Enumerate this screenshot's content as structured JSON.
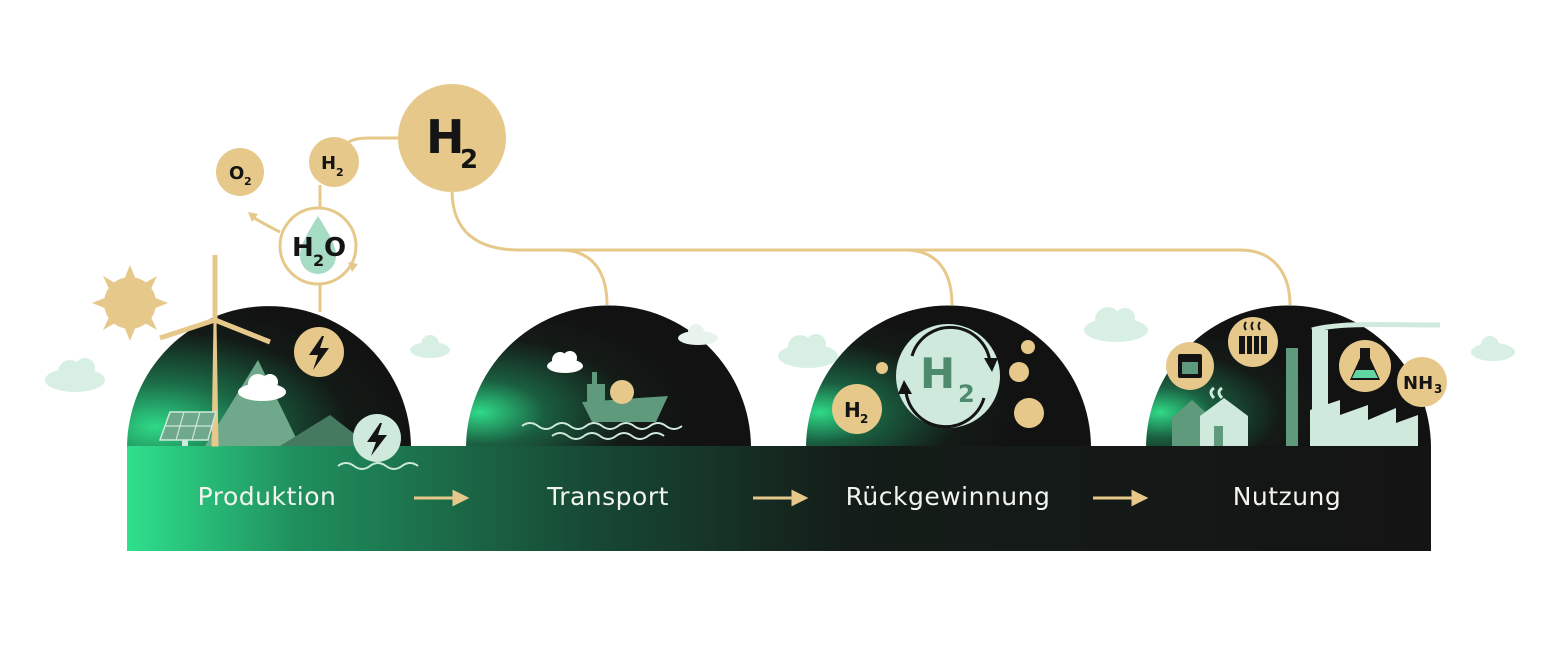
{
  "stages": [
    {
      "label": "Produktion"
    },
    {
      "label": "Transport"
    },
    {
      "label": "Rückgewinnung"
    },
    {
      "label": "Nutzung"
    }
  ],
  "molecules": {
    "water_main": "H",
    "water_sub": "2",
    "water_end": "O",
    "oxygen_main": "O",
    "oxygen_sub": "2",
    "hydrogen_main": "H",
    "hydrogen_sub": "2",
    "ammonia_main": "NH",
    "ammonia_sub": "3"
  },
  "colors": {
    "gold": "#e6c98a",
    "mint": "#cfe9dd",
    "sage": "#5f9a7c",
    "dark": "#141414",
    "green": "#37e08f",
    "cloud": "#d8efe3"
  },
  "icons": [
    "sun-icon",
    "wind-turbine-icon",
    "solar-panel-icon",
    "lightning-icon",
    "ship-icon",
    "recycle-arrows-icon",
    "oven-icon",
    "radiator-icon",
    "flask-icon",
    "factory-icon",
    "house-icon",
    "cloud-icon"
  ]
}
